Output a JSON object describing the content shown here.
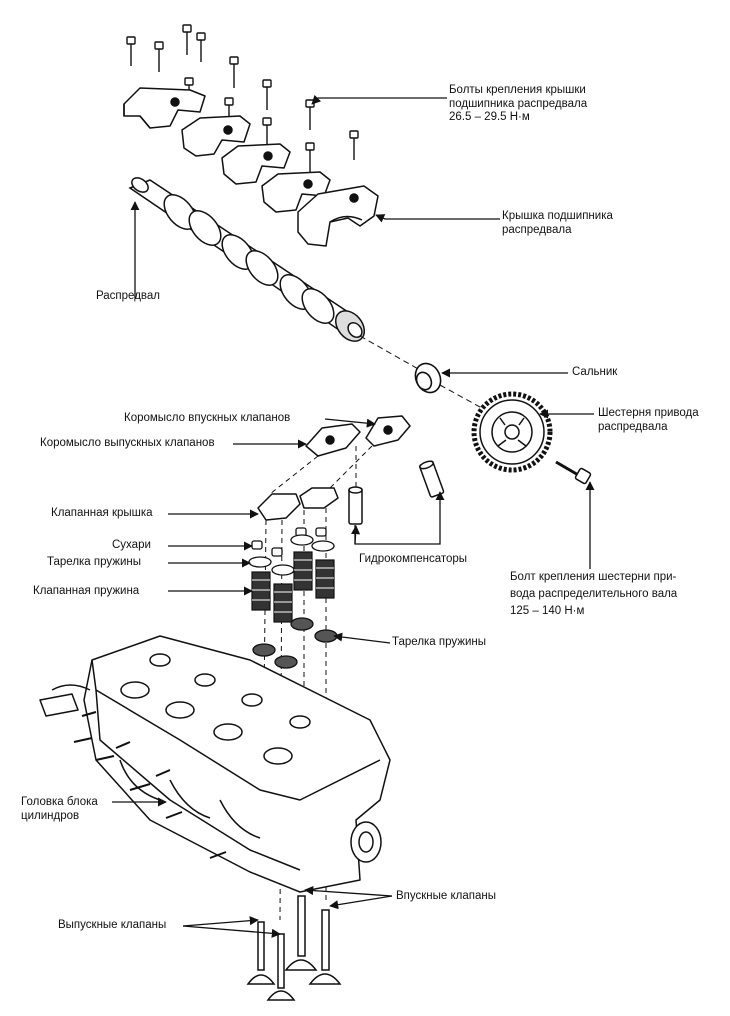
{
  "labels": {
    "cam_cap_bolts": "Болты крепления крышки\nподшипника распредвала\n26.5 – 29.5 Н·м",
    "cam_bearing_cap": "Крышка подшипника\nраспредвала",
    "camshaft": "Распредвал",
    "oil_seal": "Сальник",
    "cam_gear": "Шестерня привода\nраспредвала",
    "intake_rocker": "Коромысло впускных клапанов",
    "exhaust_rocker": "Коромысло выпускных клапанов",
    "valve_cover": "Клапанная крышка",
    "valve_keepers": "Сухари",
    "spring_retainer_left": "Тарелка пружины",
    "valve_spring": "Клапанная пружина",
    "lash_adjusters": "Гидрокомпенсаторы",
    "gear_bolt": "Болт крепления шестерни при-\nвода распределительного вала\n125 – 140 Н·м",
    "spring_seat_right": "Тарелка пружины",
    "cylinder_head": "Головка блока\nцилиндров",
    "intake_valves": "Впускные клапаны",
    "exhaust_valves": "Выпускные клапаны"
  },
  "colors": {
    "ink": "#1a1a1a",
    "paper": "#ffffff",
    "shade": "#9a9a9a"
  }
}
